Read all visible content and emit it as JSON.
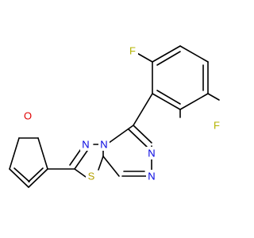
{
  "atoms": [
    {
      "id": "F1",
      "label": "F",
      "color": "#b4b400"
    },
    {
      "id": "F2",
      "label": "F",
      "color": "#b4b400"
    },
    {
      "id": "O1",
      "label": "O",
      "color": "#e00000"
    },
    {
      "id": "N1",
      "label": "N",
      "color": "#0000e0"
    },
    {
      "id": "N2",
      "label": "N",
      "color": "#0000e0"
    },
    {
      "id": "N3",
      "label": "N",
      "color": "#0000e0"
    },
    {
      "id": "N4",
      "label": "N",
      "color": "#0000e0"
    },
    {
      "id": "S1",
      "label": "S",
      "color": "#b4a000"
    }
  ]
}
